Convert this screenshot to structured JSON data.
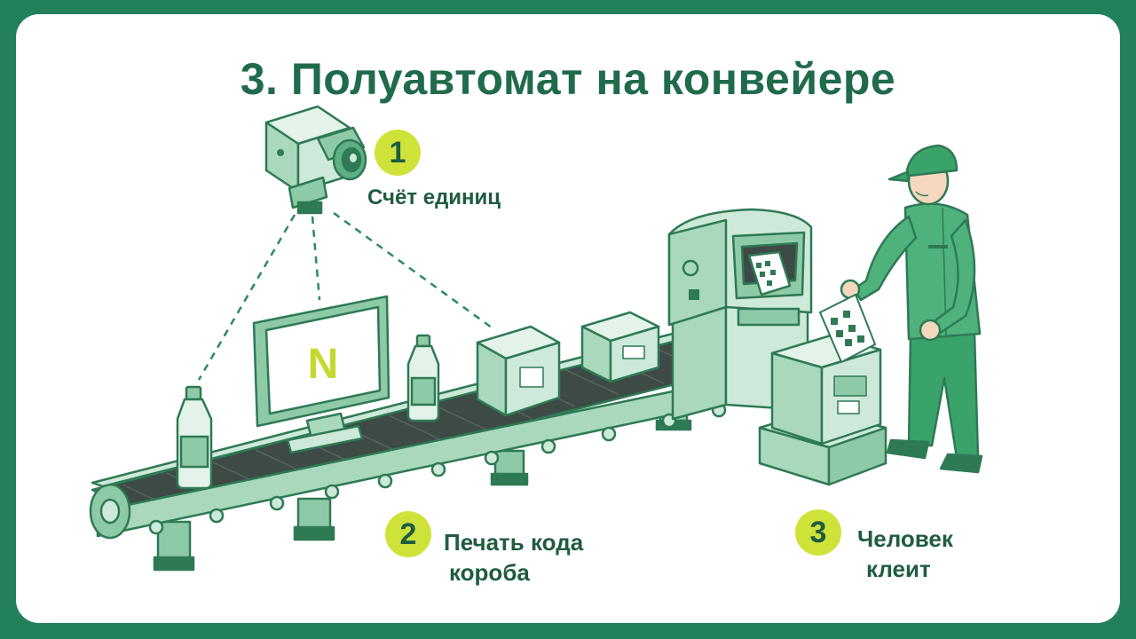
{
  "title": "3. Полуавтомат на конвейере",
  "monitor_letter": "N",
  "steps": [
    {
      "number": "1",
      "label": "Счёт единиц"
    },
    {
      "number": "2",
      "label_line1": "Печать кода",
      "label_line2": "короба"
    },
    {
      "number": "3",
      "label_line1": "Человек",
      "label_line2": "клеит"
    }
  ],
  "colors": {
    "frame": "#22805a",
    "title": "#1f6b4b",
    "accent": "#cfe23a",
    "machine_light": "#cde9d9",
    "machine_mid": "#8fcaa8",
    "machine_dark": "#2e7a55",
    "belt": "#3d4a45"
  }
}
